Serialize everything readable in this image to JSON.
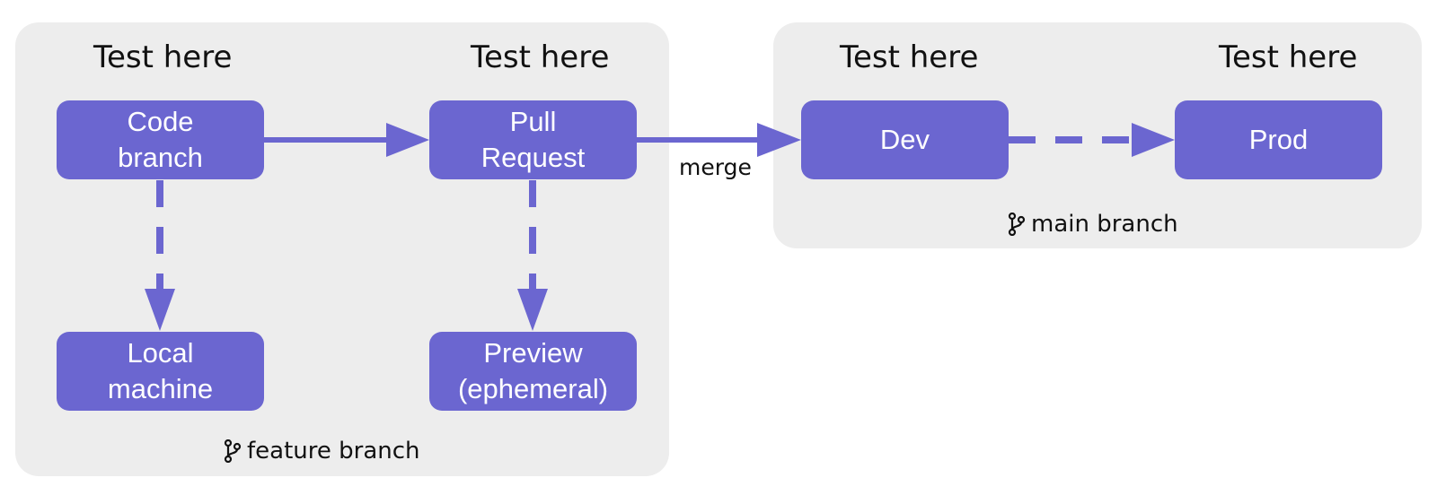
{
  "colors": {
    "node_fill": "#6b66d0",
    "node_text": "#ffffff",
    "group_fill": "#ededed",
    "edge": "#6b66d0",
    "text": "#111111"
  },
  "groups": {
    "feature": {
      "label": "feature branch",
      "icon": "git-branch-icon"
    },
    "main": {
      "label": "main branch",
      "icon": "git-branch-icon"
    }
  },
  "test_labels": [
    "Test here",
    "Test here",
    "Test here",
    "Test here"
  ],
  "nodes": {
    "code_branch": "Code\nbranch",
    "pull_request": "Pull\nRequest",
    "local_machine": "Local\nmachine",
    "preview": "Preview\n(ephemeral)",
    "dev": "Dev",
    "prod": "Prod"
  },
  "edges": [
    {
      "from": "code_branch",
      "to": "pull_request",
      "style": "solid",
      "label": ""
    },
    {
      "from": "pull_request",
      "to": "dev",
      "style": "solid",
      "label": "merge"
    },
    {
      "from": "dev",
      "to": "prod",
      "style": "dashed",
      "label": ""
    },
    {
      "from": "code_branch",
      "to": "local_machine",
      "style": "dashed",
      "label": ""
    },
    {
      "from": "pull_request",
      "to": "preview",
      "style": "dashed",
      "label": ""
    }
  ]
}
